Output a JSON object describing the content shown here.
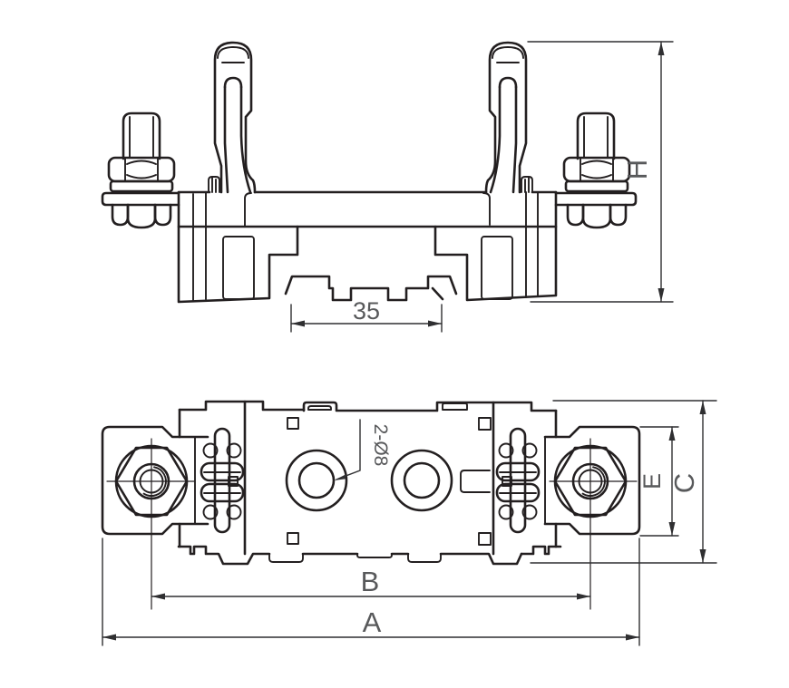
{
  "drawing": {
    "type": "technical-drawing",
    "colors": {
      "background": "#ffffff",
      "line": "#231f20",
      "dimension_line": "#2f2f31",
      "label_text": "#58595b"
    },
    "labels": {
      "overall_height": "H",
      "din_rail_width": "35",
      "hole_callout": "2-Ø8",
      "pad_height": "E",
      "overall_depth": "C",
      "hole_spacing": "B",
      "overall_width": "A"
    }
  }
}
